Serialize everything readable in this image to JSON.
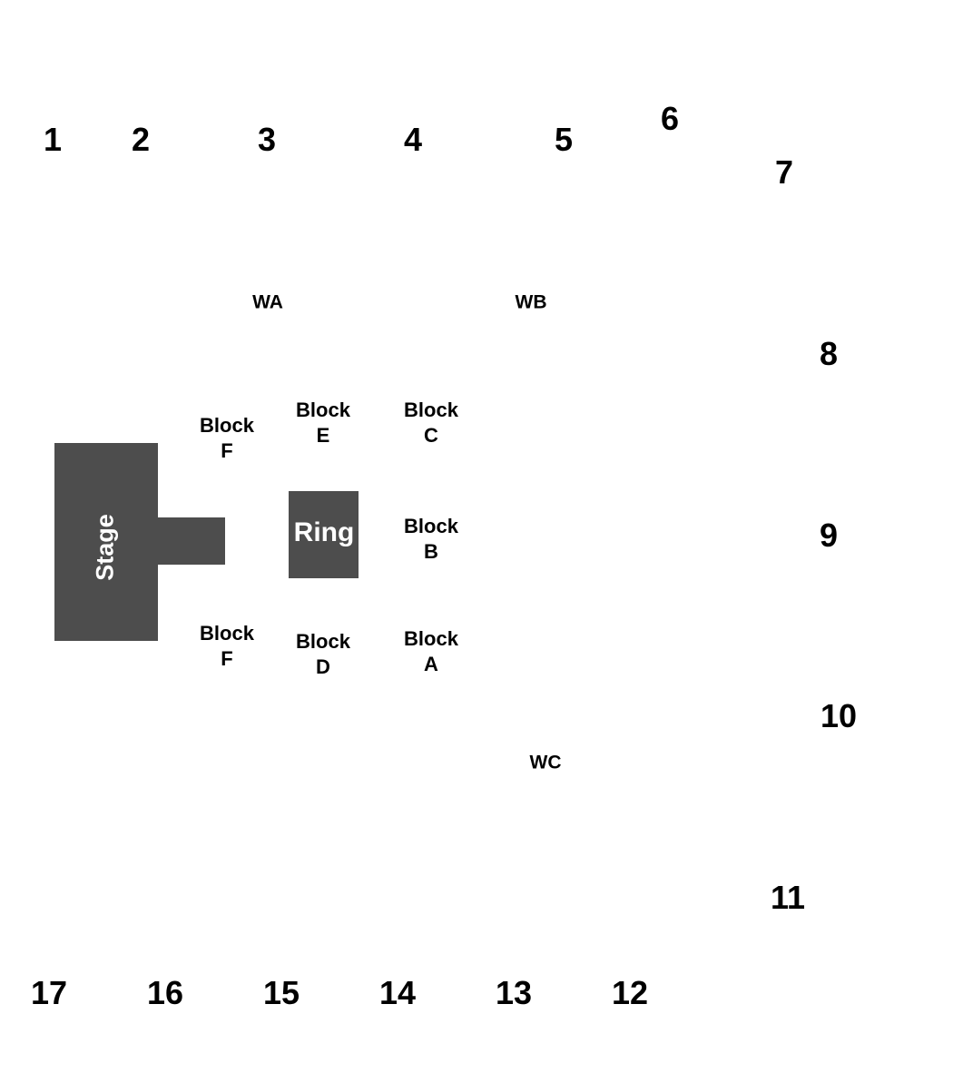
{
  "colors": {
    "background": "#ffffff",
    "shape_fill": "#4d4d4d",
    "text": "#000000",
    "shape_text": "#ffffff"
  },
  "stage": {
    "label": "Stage"
  },
  "ring": {
    "label": "Ring"
  },
  "sections": {
    "s1": "1",
    "s2": "2",
    "s3": "3",
    "s4": "4",
    "s5": "5",
    "s6": "6",
    "s7": "7",
    "s8": "8",
    "s9": "9",
    "s10": "10",
    "s11": "11",
    "s12": "12",
    "s13": "13",
    "s14": "14",
    "s15": "15",
    "s16": "16",
    "s17": "17"
  },
  "wings": {
    "wa": "WA",
    "wb": "WB",
    "wc": "WC"
  },
  "blocks": {
    "f_top": {
      "word": "Block",
      "letter": "F"
    },
    "e": {
      "word": "Block",
      "letter": "E"
    },
    "c": {
      "word": "Block",
      "letter": "C"
    },
    "b": {
      "word": "Block",
      "letter": "B"
    },
    "f_bottom": {
      "word": "Block",
      "letter": "F"
    },
    "d": {
      "word": "Block",
      "letter": "D"
    },
    "a": {
      "word": "Block",
      "letter": "A"
    }
  }
}
